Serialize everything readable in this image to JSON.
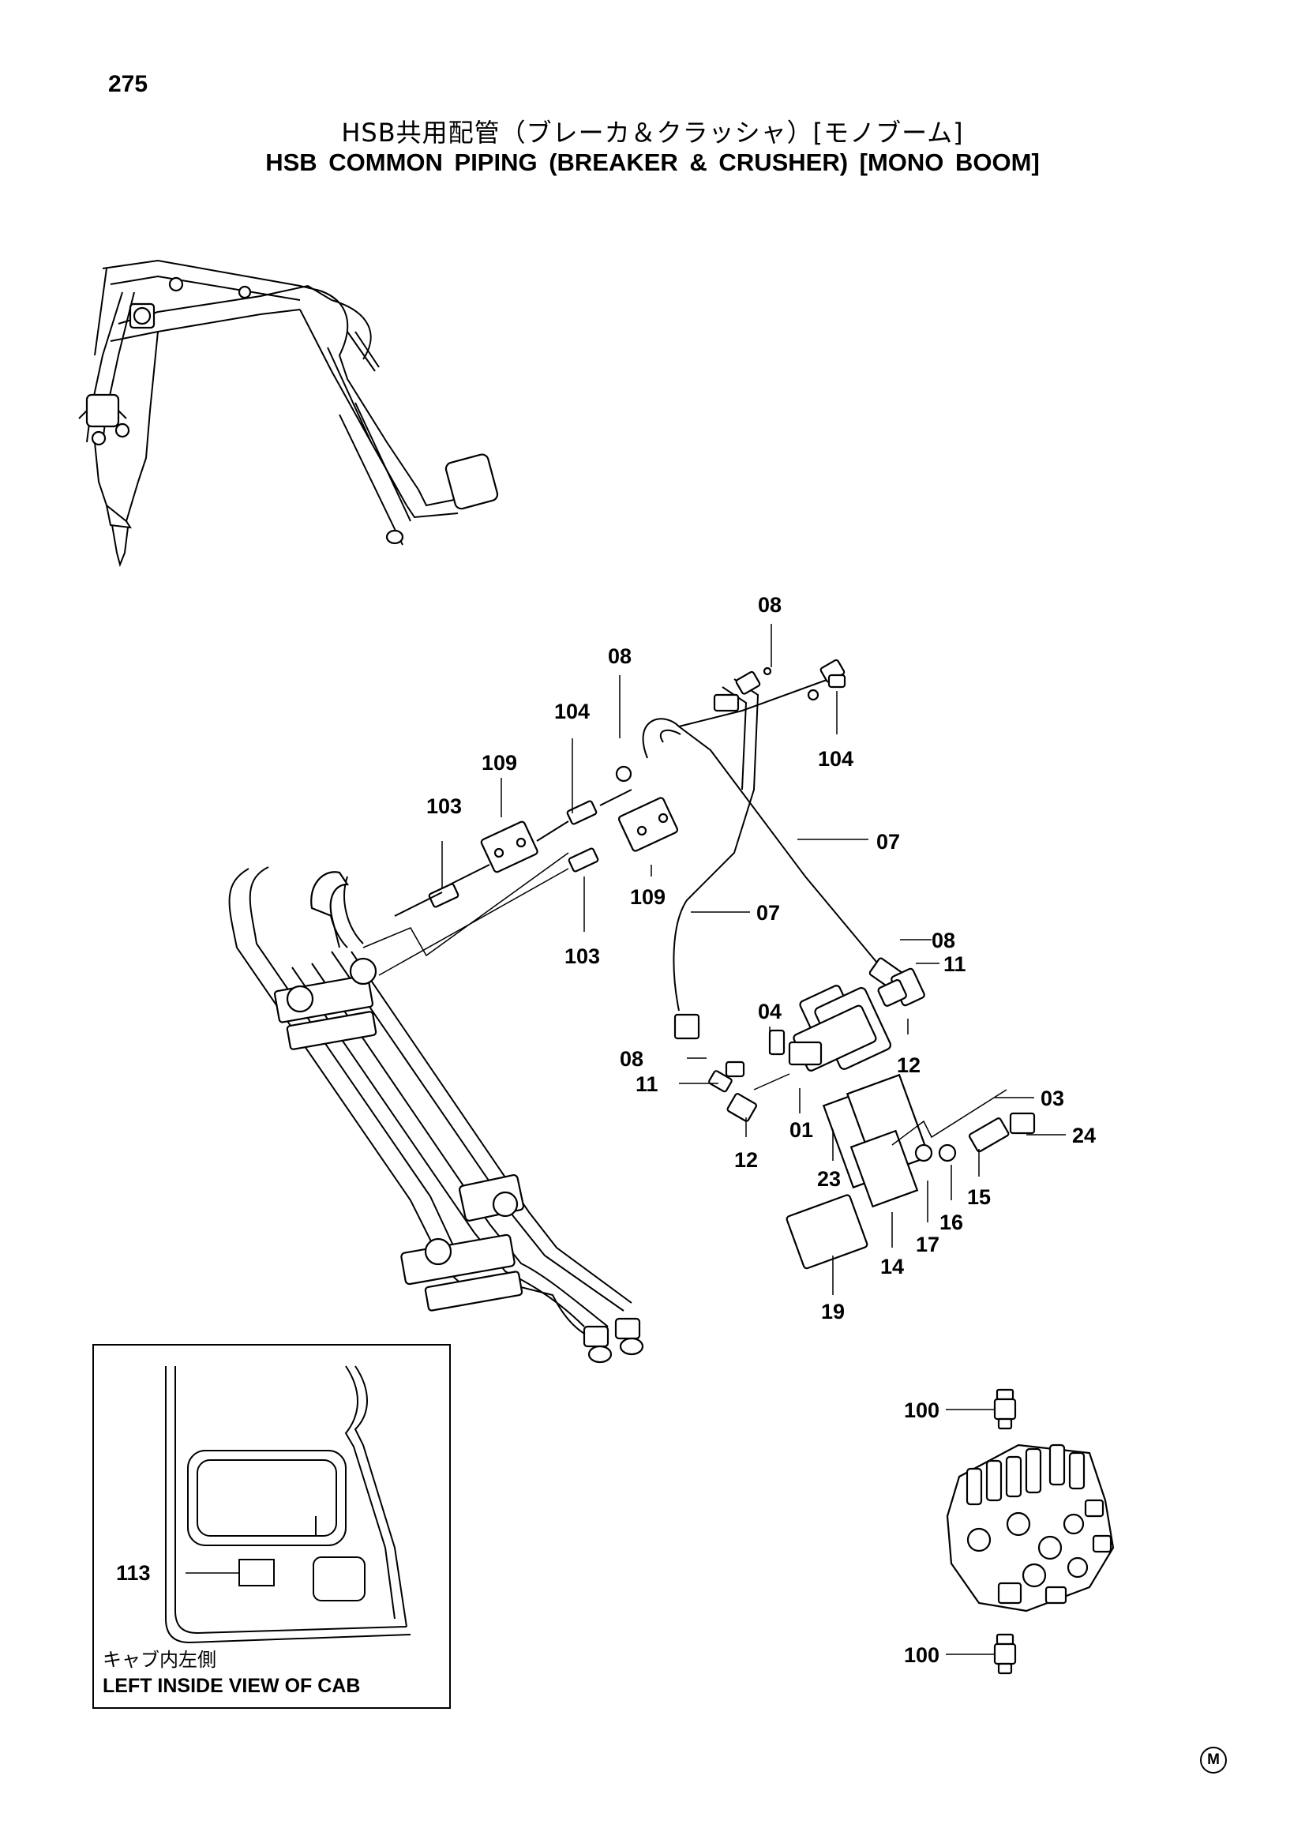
{
  "page_number": "275",
  "title_jp": "HSB共用配管（ブレーカ＆クラッシャ）[モノブーム]",
  "title_en": "HSB COMMON PIPING (BREAKER & CRUSHER) [MONO BOOM]",
  "cab_caption_jp": "キャブ内左側",
  "cab_caption_en": "LEFT INSIDE VIEW OF CAB",
  "corner_mark": "M",
  "callouts": {
    "c08a": "08",
    "c08b": "08",
    "c104a": "104",
    "c104b": "104",
    "c109a": "109",
    "c103a": "103",
    "c07a": "07",
    "c109b": "109",
    "c07b": "07",
    "c103b": "103",
    "c08c": "08",
    "c11a": "11",
    "c04": "04",
    "c12a": "12",
    "c08d": "08",
    "c11b": "11",
    "c01": "01",
    "c03": "03",
    "c24": "24",
    "c12b": "12",
    "c23": "23",
    "c15": "15",
    "c16": "16",
    "c17": "17",
    "c14": "14",
    "c19": "19",
    "c100a": "100",
    "c113": "113",
    "c100b": "100"
  }
}
